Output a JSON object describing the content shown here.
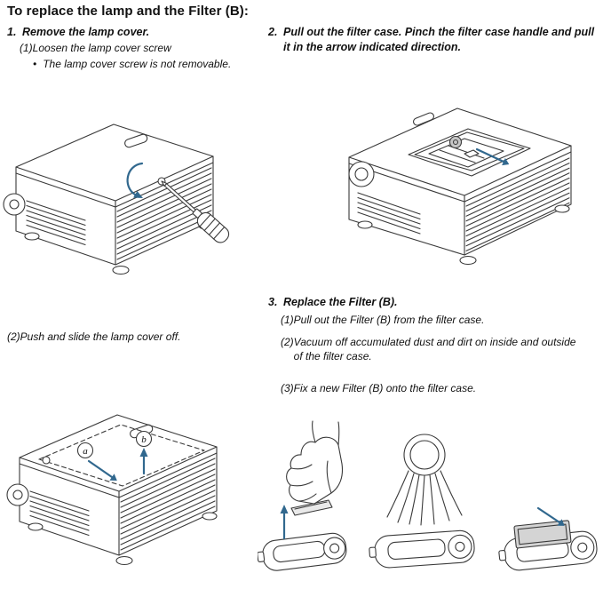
{
  "title": "To replace the lamp and the Filter (B):",
  "steps": {
    "step1": {
      "num": "1.",
      "heading": "Remove the lamp cover.",
      "sub1": {
        "num": "(1)",
        "text": "Loosen the lamp cover screw"
      },
      "note": {
        "bullet": "•",
        "text": "The lamp cover screw is not removable."
      },
      "sub2": {
        "num": "(2)",
        "text": "Push and slide the lamp cover off."
      }
    },
    "step2": {
      "num": "2.",
      "heading": "Pull out the filter case. Pinch the filter case handle and pull it in the arrow indicated direction."
    },
    "step3": {
      "num": "3.",
      "heading": "Replace the Filter (B).",
      "sub1": {
        "num": "(1)",
        "text": "Pull out the Filter (B) from the filter case."
      },
      "sub2": {
        "num": "(2)",
        "text": "Vacuum off accumulated dust and dirt on inside and outside of the filter case."
      },
      "sub3": {
        "num": "(3)",
        "text": "Fix a new Filter (B) onto the filter case."
      }
    }
  },
  "figure_labels": {
    "a": "a",
    "b": "b"
  },
  "colors": {
    "arrow_blue": "#31688e",
    "line_dark": "#3a3a3a",
    "filter_gray": "#d4d4d4"
  }
}
